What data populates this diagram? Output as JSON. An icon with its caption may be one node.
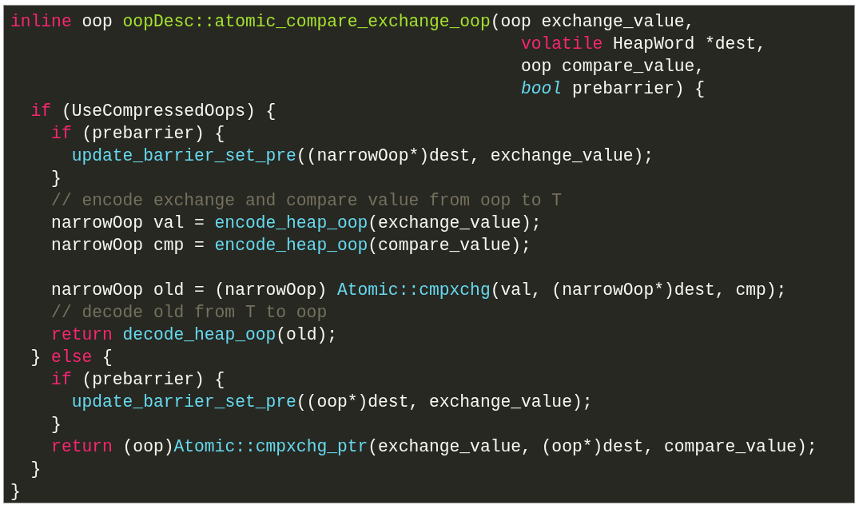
{
  "diagram": {
    "labels": [
      "inline oop oopDesc::atomic_compare_exchange_oop(oop exchange_value,",
      "volatile HeapWord *dest,",
      "oop compare_value,",
      "bool prebarrier) {",
      "if (UseCompressedOops) {",
      "if (prebarrier) {",
      "update_barrier_set_pre((narrowOop*)dest, exchange_value);",
      "}",
      "// encode exchange and compare value from oop to T",
      "narrowOop val = encode_heap_oop(exchange_value);",
      "narrowOop cmp = encode_heap_oop(compare_value);",
      "narrowOop old = (narrowOop) Atomic::cmpxchg(val, (narrowOop*)dest, cmp);",
      "// decode old from T to oop",
      "return decode_heap_oop(old);",
      "} else {",
      "if (prebarrier) {",
      "update_barrier_set_pre((oop*)dest, exchange_value);",
      "}",
      "return (oop)Atomic::cmpxchg_ptr(exchange_value, (oop*)dest, compare_value);",
      "}",
      "}"
    ]
  }
}
